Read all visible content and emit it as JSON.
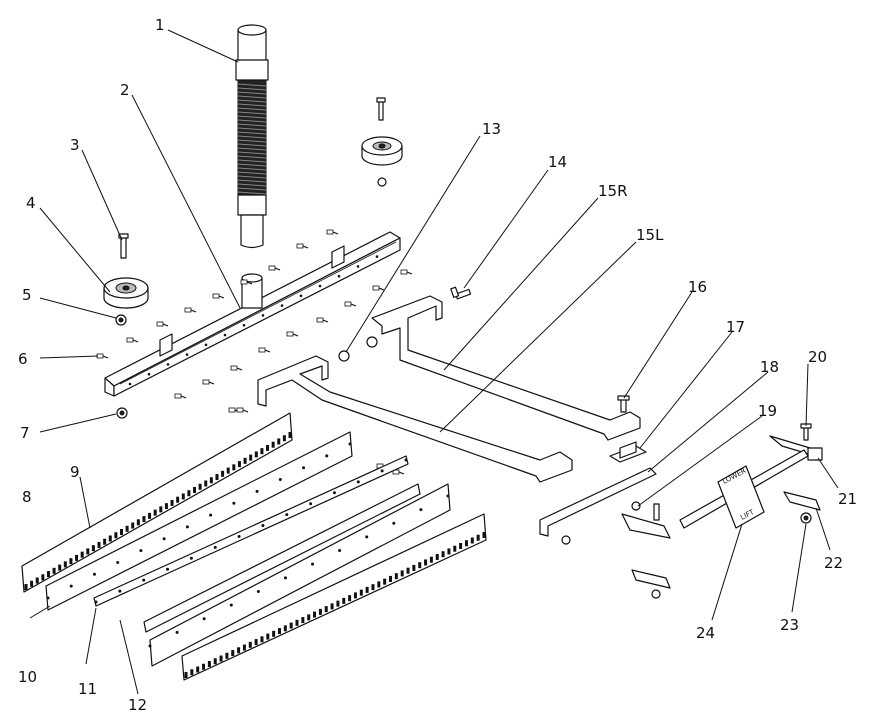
{
  "diagram": {
    "callouts": [
      "1",
      "2",
      "3",
      "4",
      "5",
      "6",
      "7",
      "8",
      "9",
      "10",
      "11",
      "12",
      "13",
      "14",
      "15R",
      "15L",
      "16",
      "17",
      "18",
      "19",
      "20",
      "21",
      "22",
      "23",
      "24"
    ],
    "pedal_labels": {
      "upper": "LOWER",
      "lower": "LIFT"
    }
  }
}
